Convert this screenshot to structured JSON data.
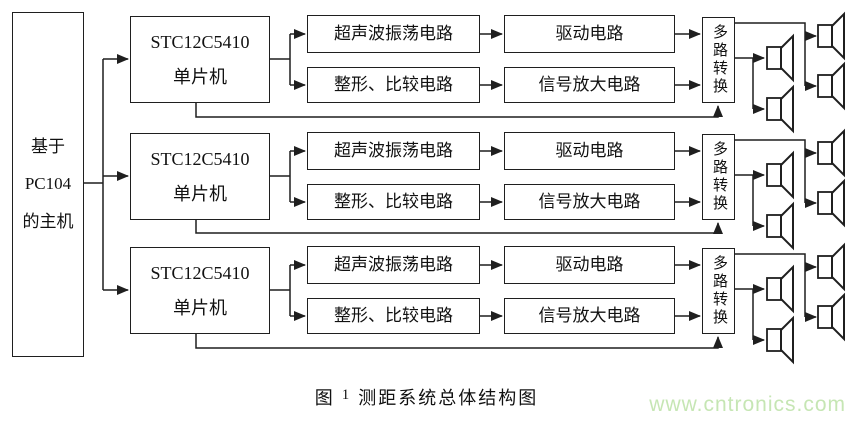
{
  "diagram": {
    "host": {
      "lines": [
        "基于",
        "PC104",
        "的主机"
      ]
    },
    "rows": [
      {
        "mcu_line1": "STC12C5410",
        "mcu_line2": "单片机",
        "osc": "超声波振荡电路",
        "shaping": "整形、比较电路",
        "drive": "驱动电路",
        "amp": "信号放大电路",
        "mux": "多路转换"
      },
      {
        "mcu_line1": "STC12C5410",
        "mcu_line2": "单片机",
        "osc": "超声波振荡电路",
        "shaping": "整形、比较电路",
        "drive": "驱动电路",
        "amp": "信号放大电路",
        "mux": "多路转换"
      },
      {
        "mcu_line1": "STC12C5410",
        "mcu_line2": "单片机",
        "osc": "超声波振荡电路",
        "shaping": "整形、比较电路",
        "drive": "驱动电路",
        "amp": "信号放大电路",
        "mux": "多路转换"
      }
    ],
    "caption": {
      "figure_label": "图",
      "figure_number": "1",
      "title": "测距系统总体结构图"
    },
    "watermark": "www.cntronics.com",
    "colors": {
      "line": "#1f1f1f",
      "text": "#111111",
      "background": "#ffffff",
      "watermark": "#c6e6b4"
    }
  }
}
